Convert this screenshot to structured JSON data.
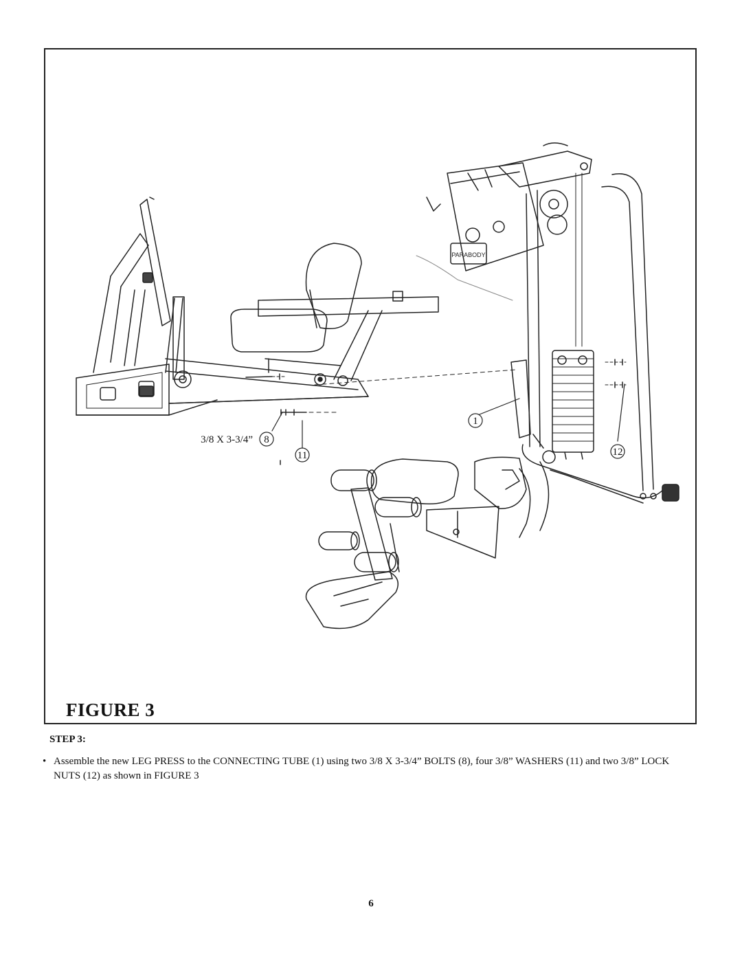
{
  "figure": {
    "caption": "FIGURE 3",
    "brand_on_machine": "PARABODY",
    "callouts": {
      "bolt_size": "3/8 X 3-3/4”",
      "part_8": "8",
      "part_11": "11",
      "part_1": "1",
      "part_12": "12"
    }
  },
  "step": {
    "heading": "STEP 3:",
    "bullet": "•",
    "text": "Assemble the new LEG PRESS to the CONNECTING TUBE (1) using two 3/8 X 3-3/4” BOLTS (8), four 3/8” WASHERS (11) and two 3/8” LOCK NUTS (12) as shown in FIGURE 3"
  },
  "page_number": "6"
}
